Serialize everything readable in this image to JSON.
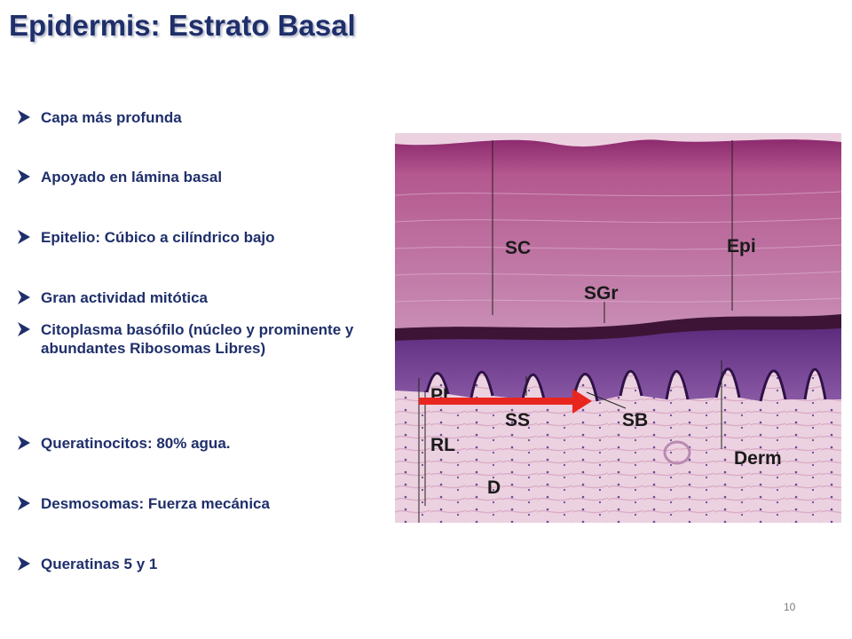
{
  "slide": {
    "title": "Epidermis: Estrato Basal",
    "page_number": "10"
  },
  "bullets": [
    "Capa más profunda",
    "Apoyado en lámina basal",
    "Epitelio: Cúbico a cilíndrico bajo",
    "Gran actividad mitótica",
    "Citoplasma basófilo  (núcleo y prominente y abundantes Ribosomas Libres)",
    "Queratinocitos:  80% agua.",
    "Desmosomas: Fuerza mecánica",
    "Queratinas  5 y 1"
  ],
  "micrograph": {
    "labels": {
      "sc": "SC",
      "epi": "Epi",
      "sgr": "SGr",
      "pl": "PL",
      "ss": "SS",
      "sb": "SB",
      "rl": "RL",
      "derm": "Derm",
      "d": "D"
    },
    "colors": {
      "stratum_corneum": "#b4588f",
      "granular_band": "#3e1436",
      "stratum_spinosum": "#6f3f8e",
      "dermis": "#ecd2e0",
      "arrow": "#e8261f"
    }
  },
  "colors": {
    "title": "#1f2f6b",
    "text": "#1f2f6b"
  }
}
